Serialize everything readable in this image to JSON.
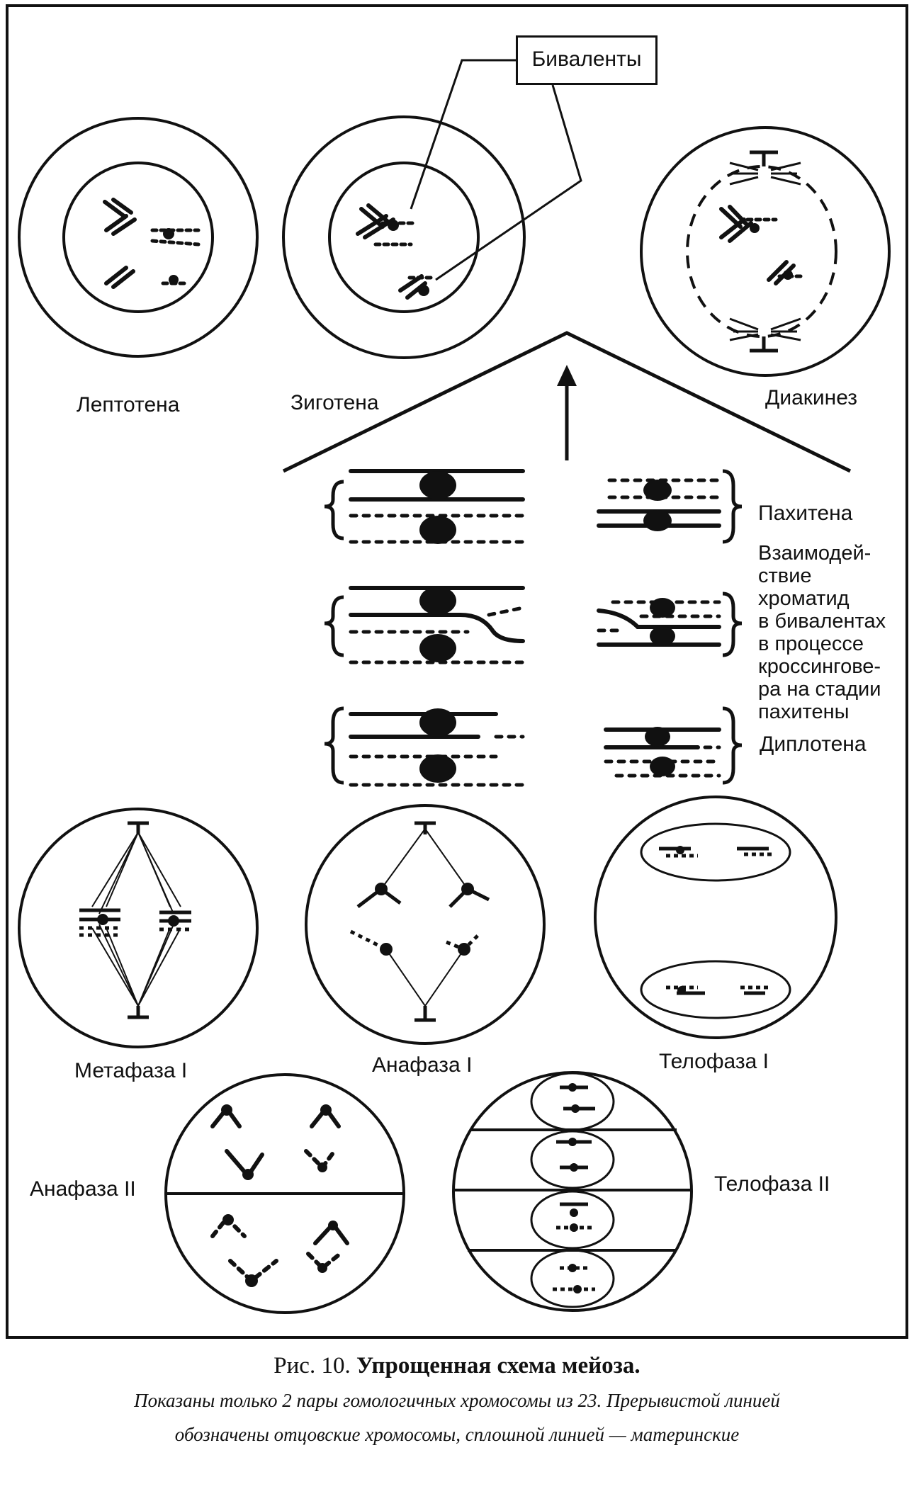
{
  "labels": {
    "bivalents": "Биваленты",
    "leptotene": "Лептотена",
    "zygotene": "Зиготена",
    "diakinesis": "Диакинез",
    "pachytene": "Пахитена",
    "crossing_note": "Взаимодей-\nствие\nхроматид\nв бивалентах\nв процессе\nкроссингове-\nра на стадии\nпахитены",
    "diplotene": "Диплотена",
    "metaphase1": "Метафаза I",
    "anaphase1": "Анафаза I",
    "telophase1": "Телофаза I",
    "anaphase2": "Анафаза II",
    "telophase2": "Телофаза II"
  },
  "caption": {
    "prefix": "Рис. 10. ",
    "title": "Упрощенная схема мейоза.",
    "note_line1": "Показаны только 2 пары гомологичных хромосомы из 23. Прерывистой линией",
    "note_line2": "обозначены отцовские хромосомы, сплошной линией — материнские"
  },
  "legend": {
    "dashed": "paternal chromosomes",
    "solid": "maternal chromosomes"
  }
}
